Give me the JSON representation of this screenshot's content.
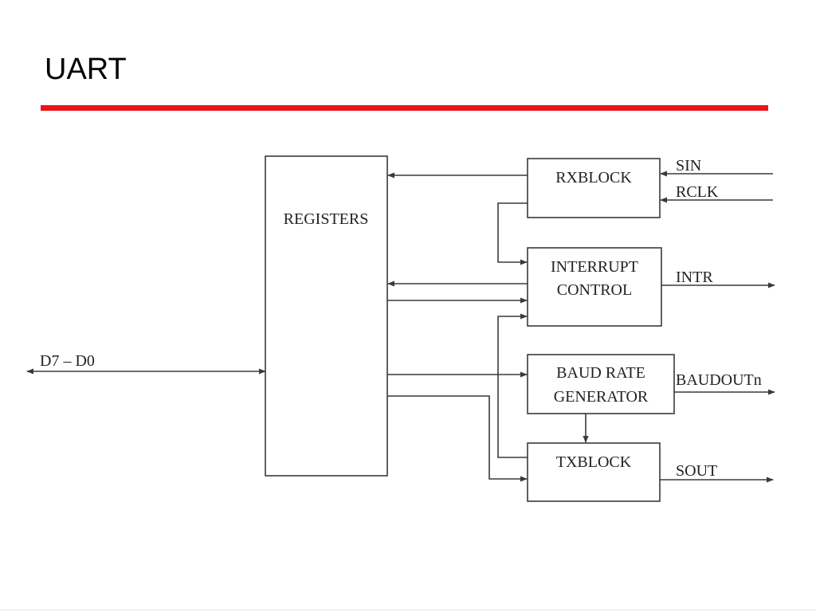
{
  "slide": {
    "title": "UART",
    "rule_color": "#e8141b"
  },
  "diagram": {
    "blocks": {
      "registers": "REGISTERS",
      "rxblock": "RXBLOCK",
      "interrupt_control": [
        "INTERRUPT",
        "CONTROL"
      ],
      "baud_rate_generator": [
        "BAUD RATE",
        "GENERATOR"
      ],
      "txblock": "TXBLOCK"
    },
    "signals": {
      "data_bus": "D7 – D0",
      "sin": "SIN",
      "rclk": "RCLK",
      "intr": "INTR",
      "baudout": "BAUDOUTn",
      "sout": "SOUT"
    },
    "line_color": "#3a3a3a"
  }
}
